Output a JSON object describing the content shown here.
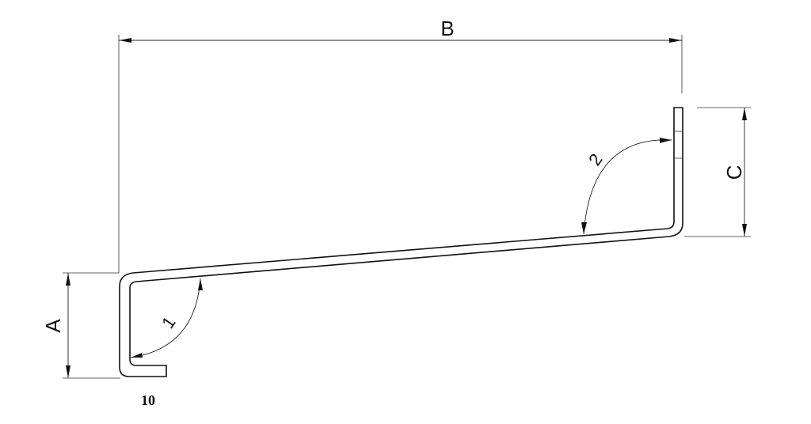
{
  "dimensions": {
    "a_label": "A",
    "b_label": "B",
    "c_label": "C",
    "hem_label": "10"
  },
  "angles": {
    "angle_1_label": "1",
    "angle_2_label": "2"
  }
}
